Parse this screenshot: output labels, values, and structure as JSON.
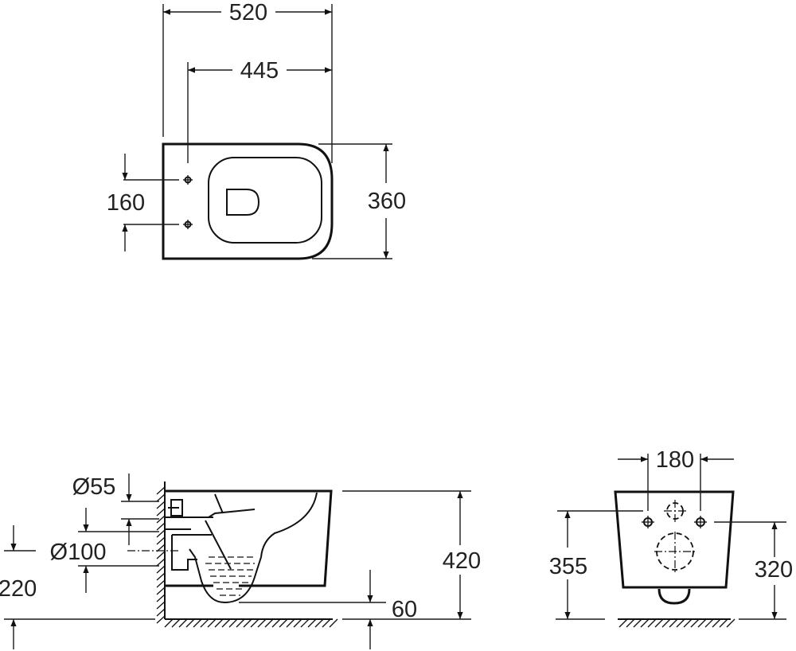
{
  "top_view": {
    "dimensions": {
      "overall_length": "520",
      "fixing_to_front": "445",
      "width": "360",
      "fixing_spacing": "160"
    }
  },
  "side_view": {
    "dimensions": {
      "water_inlet": "Ø55",
      "outlet": "Ø100",
      "outlet_height": "220",
      "total_height": "420",
      "bowl_bottom": "60"
    }
  },
  "front_view": {
    "dimensions": {
      "bolt_spacing": "180",
      "inlet_height": "355",
      "bolt_height": "320"
    }
  },
  "colors": {
    "line": "#111111",
    "background": "#ffffff"
  }
}
